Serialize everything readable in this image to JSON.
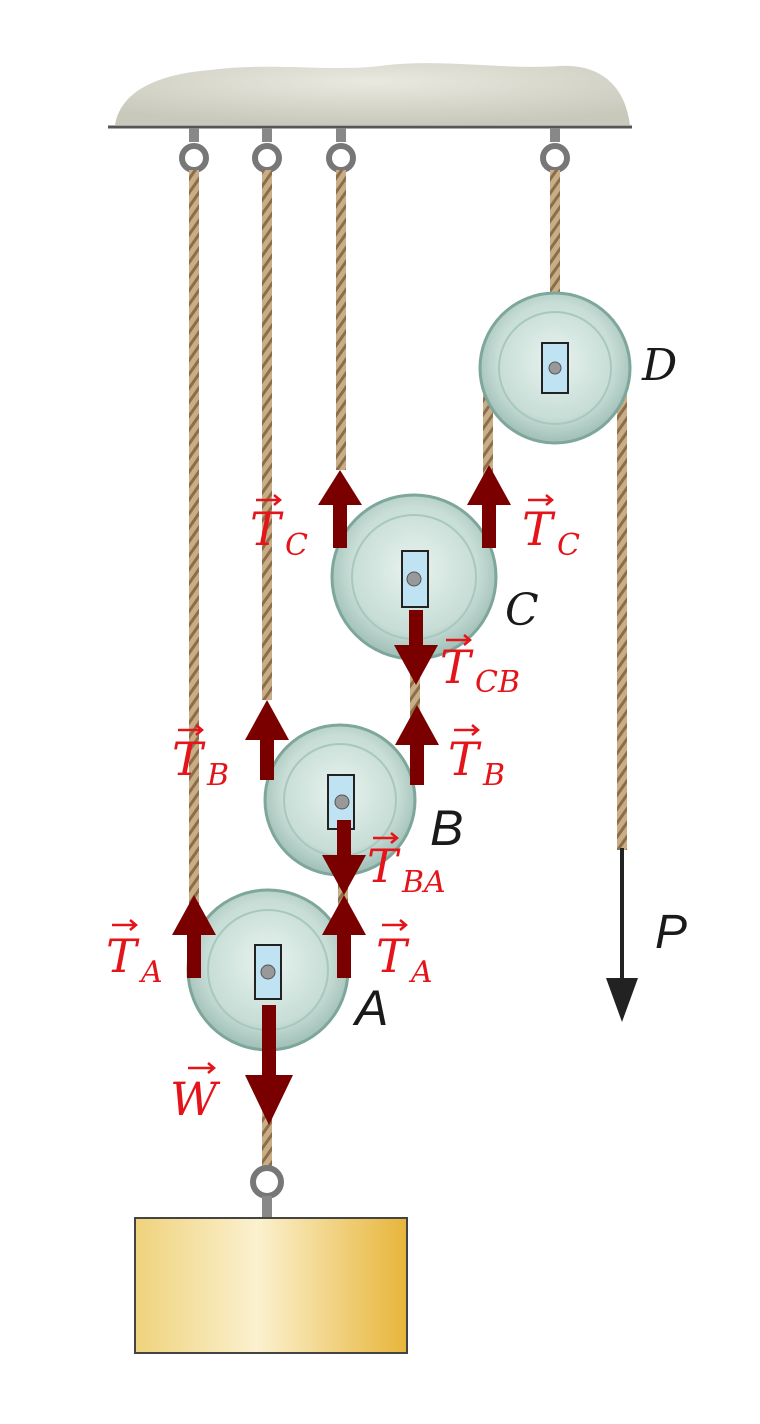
{
  "colors": {
    "force_arrow": "#7a0000",
    "force_label": "#e4141b",
    "pulley_face": "#cfe3dd",
    "rope": "#b89a72",
    "block": "#f2d277",
    "ceiling": "#dcdcd2"
  },
  "pulleys": {
    "a": "A",
    "b": "B",
    "c": "C",
    "d": "D"
  },
  "forces": {
    "t_c_sub": "C",
    "t_cb_sub": "CB",
    "t_b_sub": "B",
    "t_ba_sub": "BA",
    "t_a_sub": "A",
    "t_main": "T",
    "w_main": "W",
    "p": "P"
  }
}
